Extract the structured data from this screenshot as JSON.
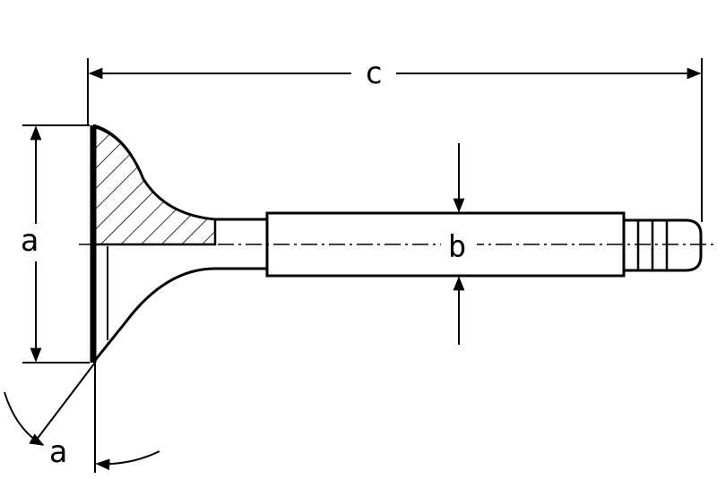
{
  "diagram": {
    "labels": {
      "overall_length": "c",
      "head_diameter": "a",
      "stem_diameter": "b",
      "seat_angle": "a"
    },
    "colors": {
      "line": "#000000",
      "background": "#ffffff"
    }
  }
}
